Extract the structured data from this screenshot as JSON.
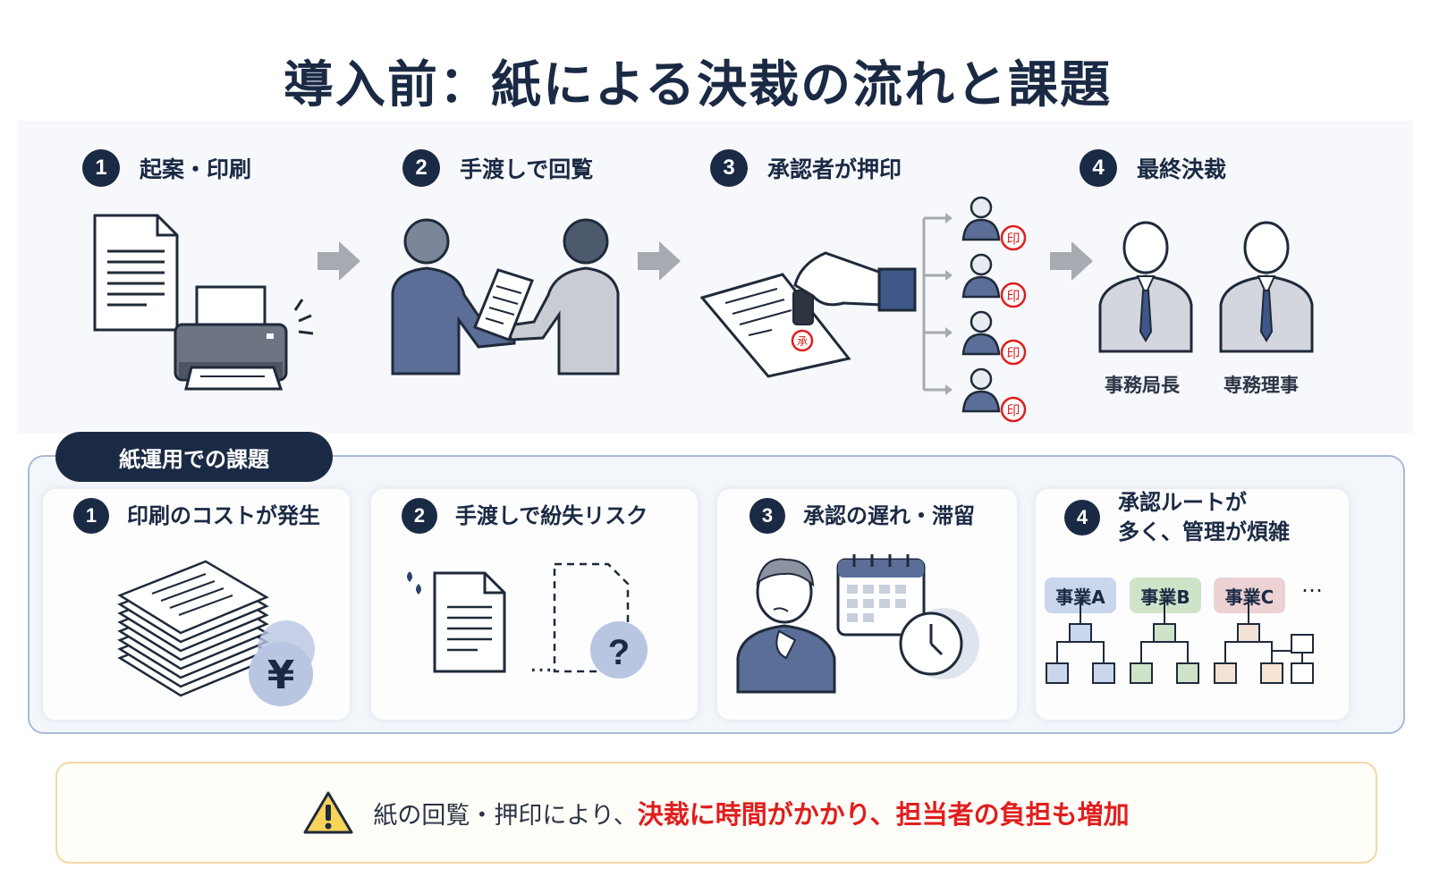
{
  "title": "導入前：紙による決裁の流れと課題",
  "steps": [
    {
      "num": "1",
      "label": "起案・印刷"
    },
    {
      "num": "2",
      "label": "手渡しで回覧"
    },
    {
      "num": "3",
      "label": "承認者が押印"
    },
    {
      "num": "4",
      "label": "最終決裁"
    }
  ],
  "seal_char": "印",
  "final_roles": [
    "事務局長",
    "専務理事"
  ],
  "issues_heading": "紙運用での課題",
  "issues": [
    {
      "num": "1",
      "label": "印刷のコストが発生"
    },
    {
      "num": "2",
      "label": "手渡しで紛失リスク"
    },
    {
      "num": "3",
      "label": "承認の遅れ・滞留"
    },
    {
      "num": "4",
      "label_line1": "承認ルートが",
      "label_line2": "多く、管理が煩雑"
    }
  ],
  "routes": [
    {
      "label": "事業A",
      "color": "#c9d6ec"
    },
    {
      "label": "事業B",
      "color": "#cfe3c9"
    },
    {
      "label": "事業C",
      "color": "#ecd2d2"
    }
  ],
  "routes_more": "…",
  "yen_symbol": "¥",
  "question_mark": "?",
  "ellipsis": "…",
  "warning": {
    "prefix": "紙の回覧・押印により、",
    "highlight": "決裁に時間がかかり、担当者の負担も増加"
  },
  "colors": {
    "navy": "#1b2a44",
    "accent_red": "#e01e1e",
    "arrow_gray": "#a7aab0",
    "warning_yellow": "#f7d35a"
  },
  "icons": [
    "document-icon",
    "printer-icon",
    "handover-icon",
    "stamp-icon",
    "approver-icon",
    "executive-icon",
    "paper-stack-icon",
    "yen-icon",
    "lost-document-icon",
    "calendar-icon",
    "clock-icon",
    "worried-person-icon",
    "org-tree-icon",
    "warning-icon"
  ]
}
